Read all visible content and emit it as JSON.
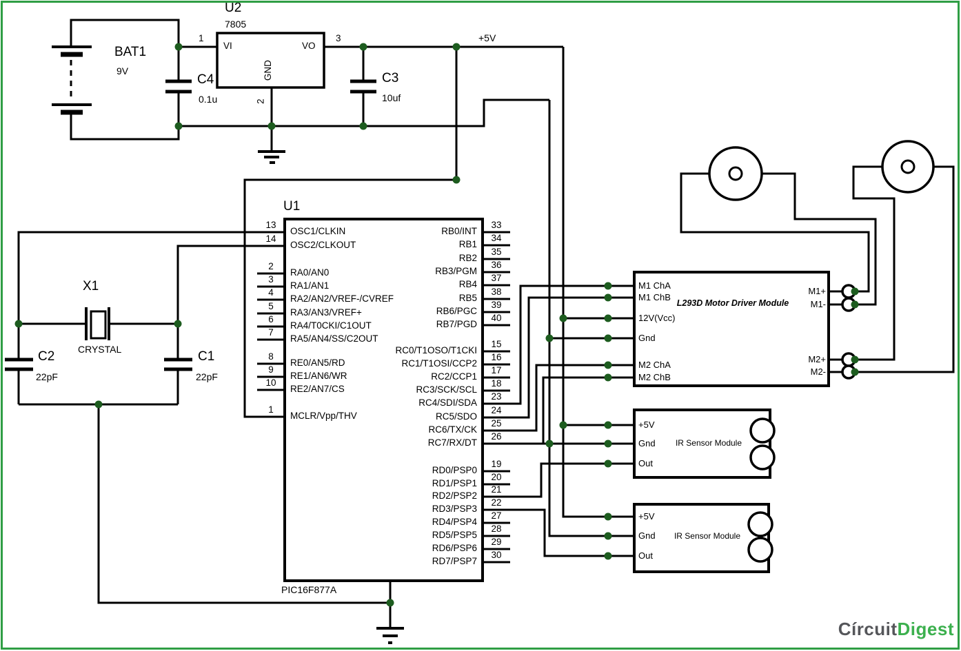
{
  "colors": {
    "wire": "#000000",
    "junction_dot": "#1d5c1f",
    "border": "#2f9e44",
    "logo_gray": "#55565a",
    "logo_green": "#3cb04e"
  },
  "power_section": {
    "battery_ref": "BAT1",
    "battery_value": "9V",
    "c4_ref": "C4",
    "c4_value": "0.1u",
    "regulator_ref": "U2",
    "regulator_part": "7805",
    "reg_pin_in": "VI",
    "reg_pin_gnd": "GND",
    "reg_pin_out": "VO",
    "reg_pin_in_num": "1",
    "reg_pin_gnd_num": "2",
    "reg_pin_out_num": "3",
    "c3_ref": "C3",
    "c3_value": "10uf",
    "rail_label": "+5V"
  },
  "oscillator_section": {
    "crystal_ref": "X1",
    "crystal_label": "CRYSTAL",
    "c2_ref": "C2",
    "c2_value": "22pF",
    "c1_ref": "C1",
    "c1_value": "22pF"
  },
  "mcu": {
    "ref": "U1",
    "part": "PIC16F877A",
    "left_pins": [
      {
        "num": "13",
        "name": "OSC1/CLKIN"
      },
      {
        "num": "14",
        "name": "OSC2/CLKOUT"
      },
      {
        "num": "2",
        "name": "RA0/AN0"
      },
      {
        "num": "3",
        "name": "RA1/AN1"
      },
      {
        "num": "4",
        "name": "RA2/AN2/VREF-/CVREF"
      },
      {
        "num": "5",
        "name": "RA3/AN3/VREF+"
      },
      {
        "num": "6",
        "name": "RA4/T0CKI/C1OUT"
      },
      {
        "num": "7",
        "name": "RA5/AN4/SS/C2OUT"
      },
      {
        "num": "8",
        "name": "RE0/AN5/RD"
      },
      {
        "num": "9",
        "name": "RE1/AN6/WR"
      },
      {
        "num": "10",
        "name": "RE2/AN7/CS"
      },
      {
        "num": "1",
        "name": "MCLR/Vpp/THV"
      }
    ],
    "right_pins": [
      {
        "num": "33",
        "name": "RB0/INT"
      },
      {
        "num": "34",
        "name": "RB1"
      },
      {
        "num": "35",
        "name": "RB2"
      },
      {
        "num": "36",
        "name": "RB3/PGM"
      },
      {
        "num": "37",
        "name": "RB4"
      },
      {
        "num": "38",
        "name": "RB5"
      },
      {
        "num": "39",
        "name": "RB6/PGC"
      },
      {
        "num": "40",
        "name": "RB7/PGD"
      },
      {
        "num": "15",
        "name": "RC0/T1OSO/T1CKI"
      },
      {
        "num": "16",
        "name": "RC1/T1OSI/CCP2"
      },
      {
        "num": "17",
        "name": "RC2/CCP1"
      },
      {
        "num": "18",
        "name": "RC3/SCK/SCL"
      },
      {
        "num": "23",
        "name": "RC4/SDI/SDA"
      },
      {
        "num": "24",
        "name": "RC5/SDO"
      },
      {
        "num": "25",
        "name": "RC6/TX/CK"
      },
      {
        "num": "26",
        "name": "RC7/RX/DT"
      },
      {
        "num": "19",
        "name": "RD0/PSP0"
      },
      {
        "num": "20",
        "name": "RD1/PSP1"
      },
      {
        "num": "21",
        "name": "RD2/PSP2"
      },
      {
        "num": "22",
        "name": "RD3/PSP3"
      },
      {
        "num": "27",
        "name": "RD4/PSP4"
      },
      {
        "num": "28",
        "name": "RD5/PSP5"
      },
      {
        "num": "29",
        "name": "RD6/PSP6"
      },
      {
        "num": "30",
        "name": "RD7/PSP7"
      }
    ]
  },
  "motor_driver": {
    "title": "L293D Motor Driver Module",
    "left_pins": [
      "M1 ChA",
      "M1 ChB",
      "12V(Vcc)",
      "Gnd",
      "M2 ChA",
      "M2 ChB"
    ],
    "right_pins": [
      "M1+",
      "M1-",
      "M2+",
      "M2-"
    ]
  },
  "ir_sensor_1": {
    "title": "IR Sensor Module",
    "pins": [
      "+5V",
      "Gnd",
      "Out"
    ]
  },
  "ir_sensor_2": {
    "title": "IR Sensor Module",
    "pins": [
      "+5V",
      "Gnd",
      "Out"
    ]
  },
  "logo": {
    "part1": "Círcuit",
    "part2": "Digest"
  }
}
